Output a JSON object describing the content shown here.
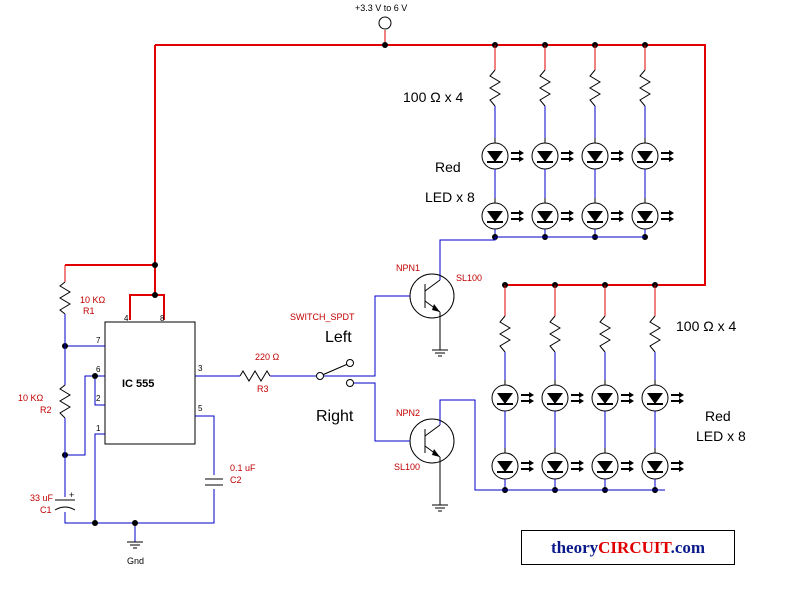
{
  "supply_label": "+3.3 V to 6 V",
  "resistor_bank_top": "100 Ω  x 4",
  "resistor_bank_bottom": "100 Ω  x 4",
  "led_top": {
    "line1": "Red",
    "line2": "LED x 8"
  },
  "led_bottom": {
    "line1": "Red",
    "line2": "LED x 8"
  },
  "npn1": {
    "name": "NPN1",
    "part": "SL100"
  },
  "npn2": {
    "name": "NPN2",
    "part": "SL100"
  },
  "switch": {
    "name": "SWITCH_SPDT",
    "left": "Left",
    "right": "Right"
  },
  "r1": {
    "value": "10 KΩ",
    "ref": "R1"
  },
  "r2": {
    "value": "10 KΩ",
    "ref": "R2"
  },
  "r3": {
    "value": "220 Ω",
    "ref": "R3"
  },
  "c1": {
    "value": "33 uF",
    "ref": "C1"
  },
  "c2": {
    "value": "0.1 uF",
    "ref": "C2"
  },
  "ic": {
    "label": "IC 555",
    "pin4": "4",
    "pin8": "8",
    "pin7": "7",
    "pin6": "6",
    "pin2": "2",
    "pin1": "1",
    "pin3": "3",
    "pin5": "5"
  },
  "gnd_label": "Gnd",
  "brand": {
    "part1": "theory",
    "part2": "CIRCUIT",
    "part3": ".com"
  },
  "colors": {
    "supply_wire": "#e00000",
    "signal_wire": "#0000c8",
    "label": "#c00000"
  }
}
